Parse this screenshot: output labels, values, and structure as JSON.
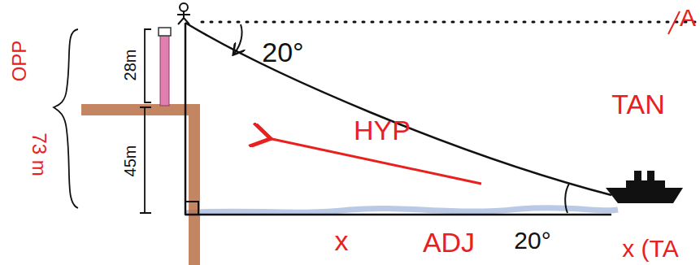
{
  "diagram": {
    "labels": [
      "OPP",
      "73 m",
      "28m",
      "45m",
      "20°",
      "HYP",
      "20°",
      "x",
      "ADJ",
      "A",
      "TAN",
      "x (TA"
    ]
  }
}
